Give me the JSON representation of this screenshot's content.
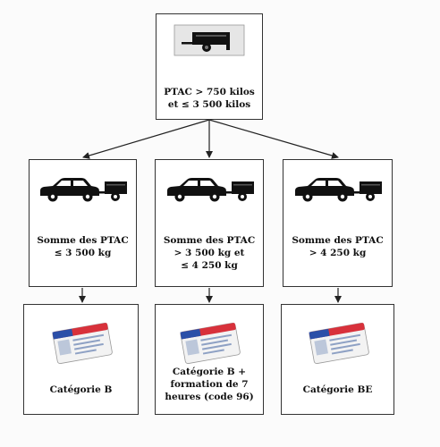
{
  "root": {
    "line1": "PTAC > 750 kilos",
    "line2": "et ≤ 3 500 kilos",
    "icon": "trailer-icon"
  },
  "middle": [
    {
      "lines": [
        "Somme des PTAC",
        "≤ 3 500 kg",
        ""
      ],
      "icon": "car-with-trailer-icon"
    },
    {
      "lines": [
        "Somme des PTAC",
        "> 3 500 kg et",
        "≤ 4 250 kg"
      ],
      "icon": "car-with-trailer-icon"
    },
    {
      "lines": [
        "Somme des PTAC",
        "> 4 250 kg",
        ""
      ],
      "icon": "car-with-trailer-icon"
    }
  ],
  "bottom": [
    {
      "lines": [
        "Catégorie B",
        "",
        ""
      ],
      "icon": "driving-license-card-icon"
    },
    {
      "lines": [
        "Catégorie B +",
        "formation de 7",
        "heures (code 96)"
      ],
      "icon": "driving-license-card-icon"
    },
    {
      "lines": [
        "Catégorie BE",
        "",
        ""
      ],
      "icon": "driving-license-card-icon"
    }
  ],
  "colors": {
    "border": "#333333",
    "arrow": "#222222",
    "card_blue": "#2b4fa8",
    "card_red": "#d8313b"
  }
}
